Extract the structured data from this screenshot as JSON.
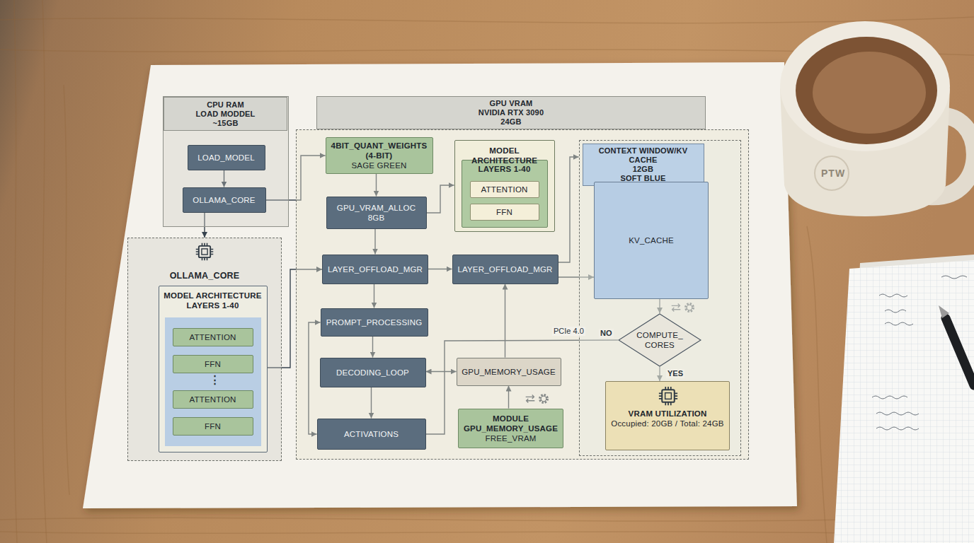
{
  "diagram": {
    "nodes": [
      {
        "text": [
          "CPU RAM",
          "LOAD MODDEL",
          "~15GB"
        ]
      },
      {
        "text": [
          "LOAD_MODEL"
        ],
        "in": 0
      },
      {
        "text": [
          "OLLAMA_CORE"
        ],
        "in": 0
      },
      {
        "text": [
          "OLLAMA_CORE"
        ]
      },
      {
        "text": [
          "MODEL ARCHITECTURE",
          "LAYERS 1-40"
        ],
        "in": 3
      },
      {
        "text": [
          "ATTENTION"
        ],
        "in": 4
      },
      {
        "text": [
          "FFN"
        ],
        "in": 4
      },
      {
        "text": [
          "ATTENTION"
        ],
        "in": 4
      },
      {
        "text": [
          "FFN"
        ],
        "in": 4
      },
      {
        "text": [
          "GPU VRAM",
          "NVIDIA RTX 3090",
          "24GB"
        ]
      },
      {
        "text": [
          "4BIT_QUANT_WEIGHTS (4-BIT)",
          "SAGE GREEN"
        ],
        "in": 9
      },
      {
        "text": [
          "GPU_VRAM_ALLOC",
          "8GB"
        ],
        "in": 9
      },
      {
        "text": [
          "MODEL ARCHITECTURE"
        ],
        "in": 9
      },
      {
        "text": [
          "LAYERS 1-40"
        ],
        "in": 12
      },
      {
        "text": [
          "ATTENTION"
        ],
        "in": 13
      },
      {
        "text": [
          "FFN"
        ],
        "in": 13
      },
      {
        "text": [
          "LAYER_OFFLOAD_MGR"
        ],
        "in": 9
      },
      {
        "text": [
          "LAYER_OFFLOAD_MGR"
        ],
        "in": 9
      },
      {
        "text": [
          "PROMPT_PROCESSING"
        ],
        "in": 9
      },
      {
        "text": [
          "DECODING_LOOP"
        ],
        "in": 9
      },
      {
        "text": [
          "GPU_MEMORY_USAGE"
        ],
        "in": 9
      },
      {
        "text": [
          "ACTIVATIONS"
        ],
        "in": 9
      },
      {
        "text": [
          "MODULE GPU_MEMORY_USAGE",
          "FREE_VRAM"
        ],
        "in": 9
      },
      {
        "text": [
          "CONTEXT WINDOW/KV CACHE",
          "12GB",
          "SOFT BLUE"
        ],
        "in": 9
      },
      {
        "text": [
          "KV_CACHE"
        ],
        "in": 23
      },
      {
        "text": [
          "COMPUTE_ CORES"
        ],
        "in": 23
      },
      {
        "text": [
          "VRAM UTILIZATION",
          "Occupied: 20GB / Total: 24GB"
        ],
        "in": 23
      }
    ],
    "edges": [
      {
        "from": 1,
        "to": 2,
        "arrow": "to"
      },
      {
        "from": 2,
        "to": 3,
        "arrow": "to"
      },
      {
        "from": 2,
        "to": 10,
        "arrow": "to"
      },
      {
        "from": 4,
        "to": 16,
        "arrow": "to"
      },
      {
        "from": 10,
        "to": 11,
        "arrow": "to"
      },
      {
        "from": 11,
        "to": 12,
        "arrow": "to"
      },
      {
        "from": 11,
        "to": 16,
        "arrow": "to"
      },
      {
        "from": 16,
        "to": 17,
        "arrow": "to"
      },
      {
        "from": 17,
        "to": 23,
        "arrow": "to"
      },
      {
        "from": 17,
        "to": 24,
        "arrow": "to"
      },
      {
        "from": 16,
        "to": 18,
        "arrow": "to"
      },
      {
        "from": 18,
        "to": 19,
        "arrow": "to"
      },
      {
        "from": 19,
        "to": 21,
        "arrow": "to"
      },
      {
        "from": 19,
        "to": 20,
        "arrow": "both"
      },
      {
        "from": 22,
        "to": 20,
        "arrow": "to"
      },
      {
        "from": 20,
        "to": 17,
        "arrow": "to"
      },
      {
        "from": 18,
        "to": 21,
        "arrow": "both"
      },
      {
        "from": 25,
        "to": 21,
        "label": "NO",
        "arrow": "none"
      },
      {
        "from": 24,
        "to": 25,
        "arrow": "to"
      },
      {
        "from": 25,
        "to": 26,
        "label": "YES",
        "arrow": "to"
      }
    ],
    "labels": [
      "⋮",
      "PCIe 4.0",
      "PTW"
    ]
  }
}
